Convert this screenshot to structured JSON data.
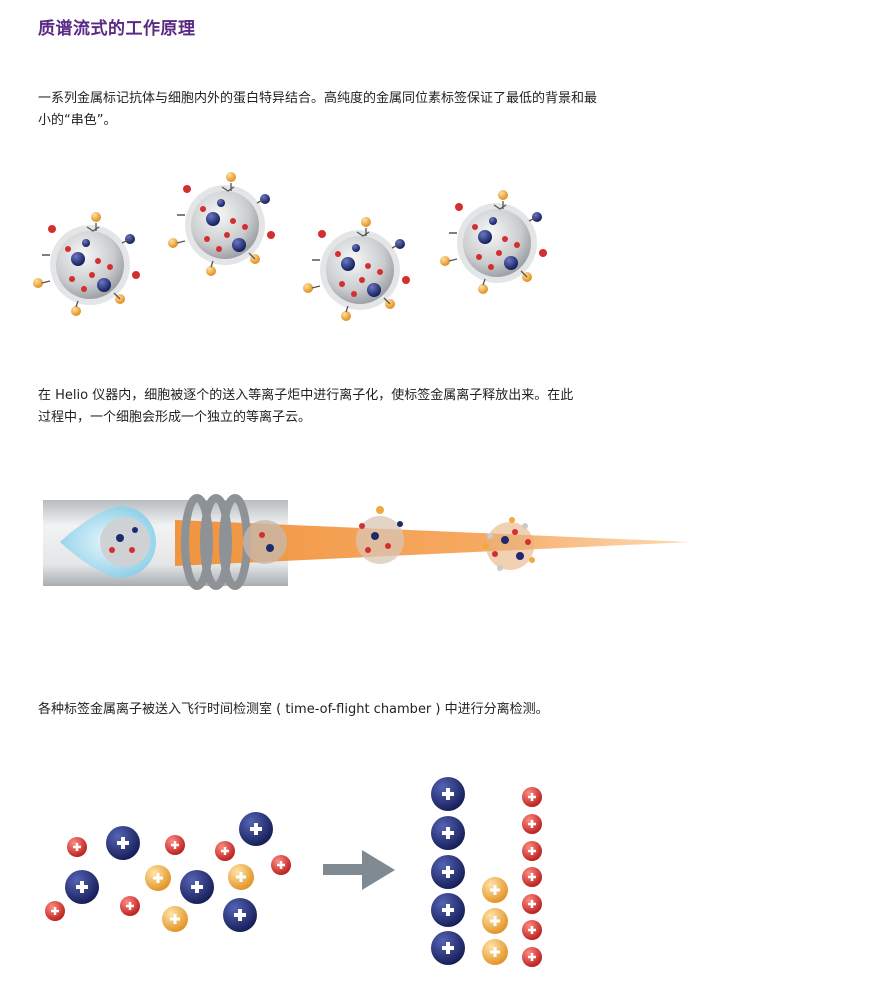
{
  "title": "质谱流式的工作原理",
  "paragraphs": {
    "p1_line1": "一系列金属标记抗体与细胞内外的蛋白特异结合。高纯度的金属同位素标签保证了最低的背景和最",
    "p1_line2": "小的“串色”。",
    "p2_line1": "在 Helio 仪器内，细胞被逐个的送入等离子炬中进行离子化，使标签金属离子释放出来。在此",
    "p2_line2": "过程中，一个细胞会形成一个独立的等离子云。",
    "p3_line1": "各种标签金属离子被送入飞行时间检测室 ( time-of-flight chamber ) 中进行分离检测。"
  },
  "colors": {
    "title": "#5a2a82",
    "navy_ion": "#1e2a6e",
    "red_ion": "#d32f2f",
    "gold_ion": "#f2a93b",
    "plasma": "#f08a2c",
    "arrow": "#7f8a93"
  },
  "icons": {
    "ion_charge": "plus-icon",
    "direction": "arrow-right-icon"
  }
}
